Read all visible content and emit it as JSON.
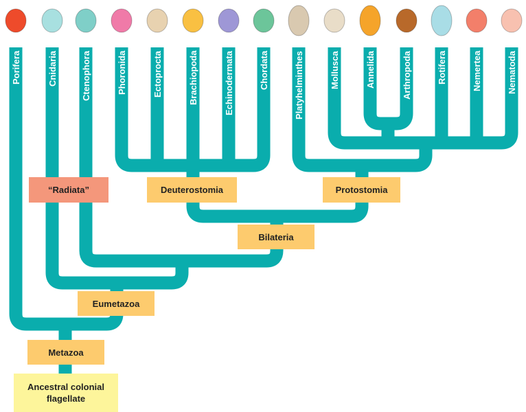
{
  "colors": {
    "branch": "#0aadad",
    "clade_box": "#fdcb6e",
    "radiata_box": "#f4977b",
    "ancestor_box": "#fdf59b"
  },
  "taxa": [
    {
      "name": "Porifera",
      "icon": "sponge-icon",
      "color": "#ee4b2b"
    },
    {
      "name": "Cnidaria",
      "icon": "jellyfish-icon",
      "color": "#a8e0e0"
    },
    {
      "name": "Ctenophora",
      "icon": "comb-jelly-icon",
      "color": "#7fcfc8"
    },
    {
      "name": "Phoronida",
      "icon": "phoronid-icon",
      "color": "#f07aa8"
    },
    {
      "name": "Ectoprocta",
      "icon": "bryozoan-icon",
      "color": "#e8d2b0"
    },
    {
      "name": "Brachiopoda",
      "icon": "lamp-shell-icon",
      "color": "#f9c042"
    },
    {
      "name": "Echinodermata",
      "icon": "sea-star-icon",
      "color": "#9e97d6"
    },
    {
      "name": "Chordata",
      "icon": "salamander-icon",
      "color": "#6cc59a"
    },
    {
      "name": "Platyhelminthes",
      "icon": "flatworm-icon",
      "color": "#d9c9b0"
    },
    {
      "name": "Mollusca",
      "icon": "scallop-icon",
      "color": "#e9ddc8"
    },
    {
      "name": "Annelida",
      "icon": "segmented-worm-icon",
      "color": "#f5a42a"
    },
    {
      "name": "Arthropoda",
      "icon": "crab-icon",
      "color": "#b8692a"
    },
    {
      "name": "Rotifera",
      "icon": "rotifer-icon",
      "color": "#a9dde6"
    },
    {
      "name": "Nemertea",
      "icon": "ribbon-worm-icon",
      "color": "#f37f6a"
    },
    {
      "name": "Nematoda",
      "icon": "roundworm-icon",
      "color": "#f8c1b0"
    }
  ],
  "clades": {
    "radiata": "“Radiata”",
    "deuterostomia": "Deuterostomia",
    "protostomia": "Protostomia",
    "bilateria": "Bilateria",
    "eumetazoa": "Eumetazoa",
    "metazoa": "Metazoa",
    "ancestor": "Ancestral colonial flagellate"
  }
}
